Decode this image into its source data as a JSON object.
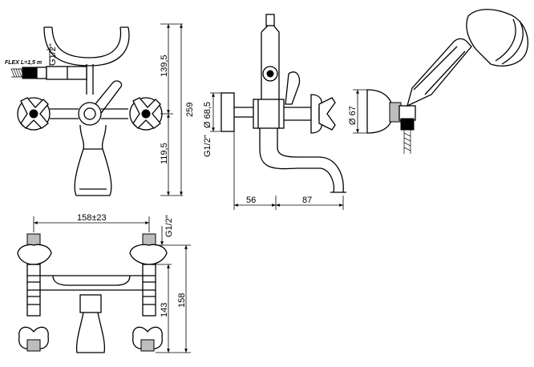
{
  "drawing": {
    "front_view": {
      "flex_label": "FLEX L=1,5 m",
      "thread_top": "G1/2\"",
      "dim_upper": "139,5",
      "dim_lower": "119,5",
      "dim_total": "259"
    },
    "side_view": {
      "dim_diameter": "Ø 68,5",
      "thread": "G1/2\"",
      "dim_wall": "56",
      "dim_spout": "87"
    },
    "handshower_view": {
      "dim_diameter": "Ø 67"
    },
    "top_view": {
      "dim_centers": "158±23",
      "thread": "G1/2\"",
      "dim_depth_inner": "143",
      "dim_depth_outer": "158"
    }
  }
}
